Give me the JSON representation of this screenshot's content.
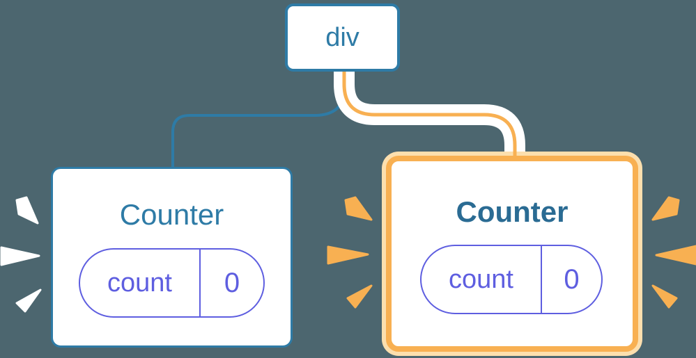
{
  "tree": {
    "root": {
      "label": "div"
    },
    "children": [
      {
        "id": "counter-left",
        "label": "Counter",
        "highlighted": false,
        "state": {
          "key": "count",
          "value": "0"
        }
      },
      {
        "id": "counter-right",
        "label": "Counter",
        "highlighted": true,
        "state": {
          "key": "count",
          "value": "0"
        }
      }
    ]
  },
  "colors": {
    "background": "#4c666f",
    "blue": "#2e7ba6",
    "blue_dark": "#2a6b93",
    "purple": "#5e5ee0",
    "orange": "#f8b052",
    "orange_pale": "#fcdfae",
    "white": "#ffffff"
  }
}
